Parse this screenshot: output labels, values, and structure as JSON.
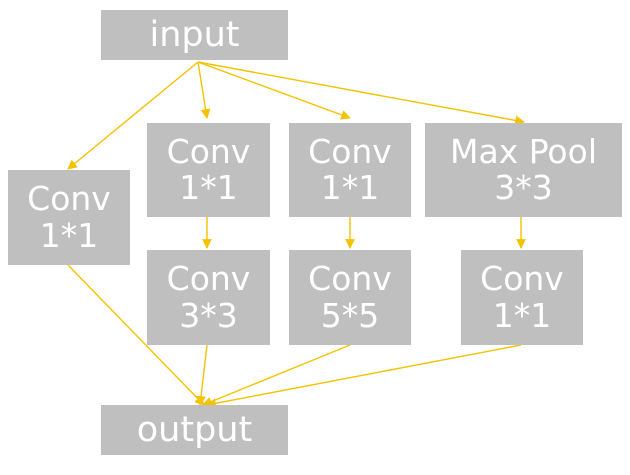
{
  "colors": {
    "box_fill": "#bfbfbf",
    "text": "#ffffff",
    "arrow": "#f5c200"
  },
  "nodes": {
    "input": {
      "label": "input"
    },
    "conv1x1_left": {
      "line1": "Conv",
      "line2": "1*1"
    },
    "conv1x1_a": {
      "line1": "Conv",
      "line2": "1*1"
    },
    "conv1x1_b": {
      "line1": "Conv",
      "line2": "1*1"
    },
    "maxpool": {
      "line1": "Max Pool",
      "line2": "3*3"
    },
    "conv3x3": {
      "line1": "Conv",
      "line2": "3*3"
    },
    "conv5x5": {
      "line1": "Conv",
      "line2": "5*5"
    },
    "conv1x1_c": {
      "line1": "Conv",
      "line2": "1*1"
    },
    "output": {
      "label": "output"
    }
  }
}
